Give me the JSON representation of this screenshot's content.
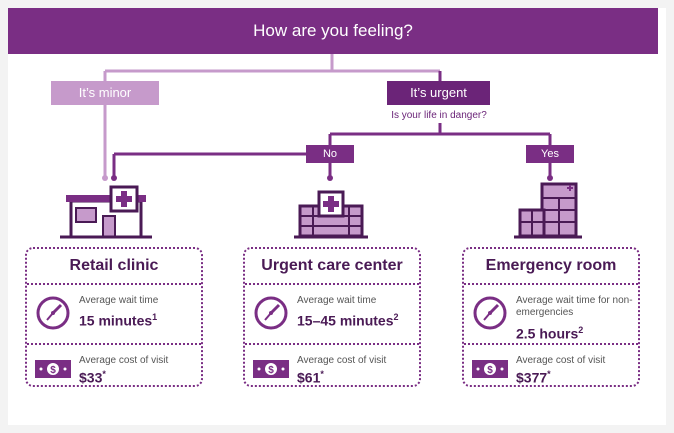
{
  "header": {
    "question": "How are you feeling?"
  },
  "branches": {
    "minor": "It’s minor",
    "urgent": "It’s urgent",
    "urgent_question": "Is your life in danger?",
    "no": "No",
    "yes": "Yes"
  },
  "colors": {
    "primary": "#7a2e84",
    "dark": "#4a1a55",
    "light": "#c69acb"
  },
  "cards": [
    {
      "title": "Retail clinic",
      "wait_label": "Average wait time",
      "wait_value": "15 minutes",
      "wait_note": "1",
      "cost_label": "Average cost of visit",
      "cost_value": "$33",
      "cost_note": "*"
    },
    {
      "title": "Urgent care center",
      "wait_label": "Average wait time",
      "wait_value": "15–45 minutes",
      "wait_note": "2",
      "cost_label": "Average cost of visit",
      "cost_value": "$61",
      "cost_note": "*"
    },
    {
      "title": "Emergency room",
      "wait_label": "Average wait time for non-emergencies",
      "wait_value": "2.5 hours",
      "wait_note": "2",
      "cost_label": "Average cost of visit",
      "cost_value": "$377",
      "cost_note": "*"
    }
  ]
}
